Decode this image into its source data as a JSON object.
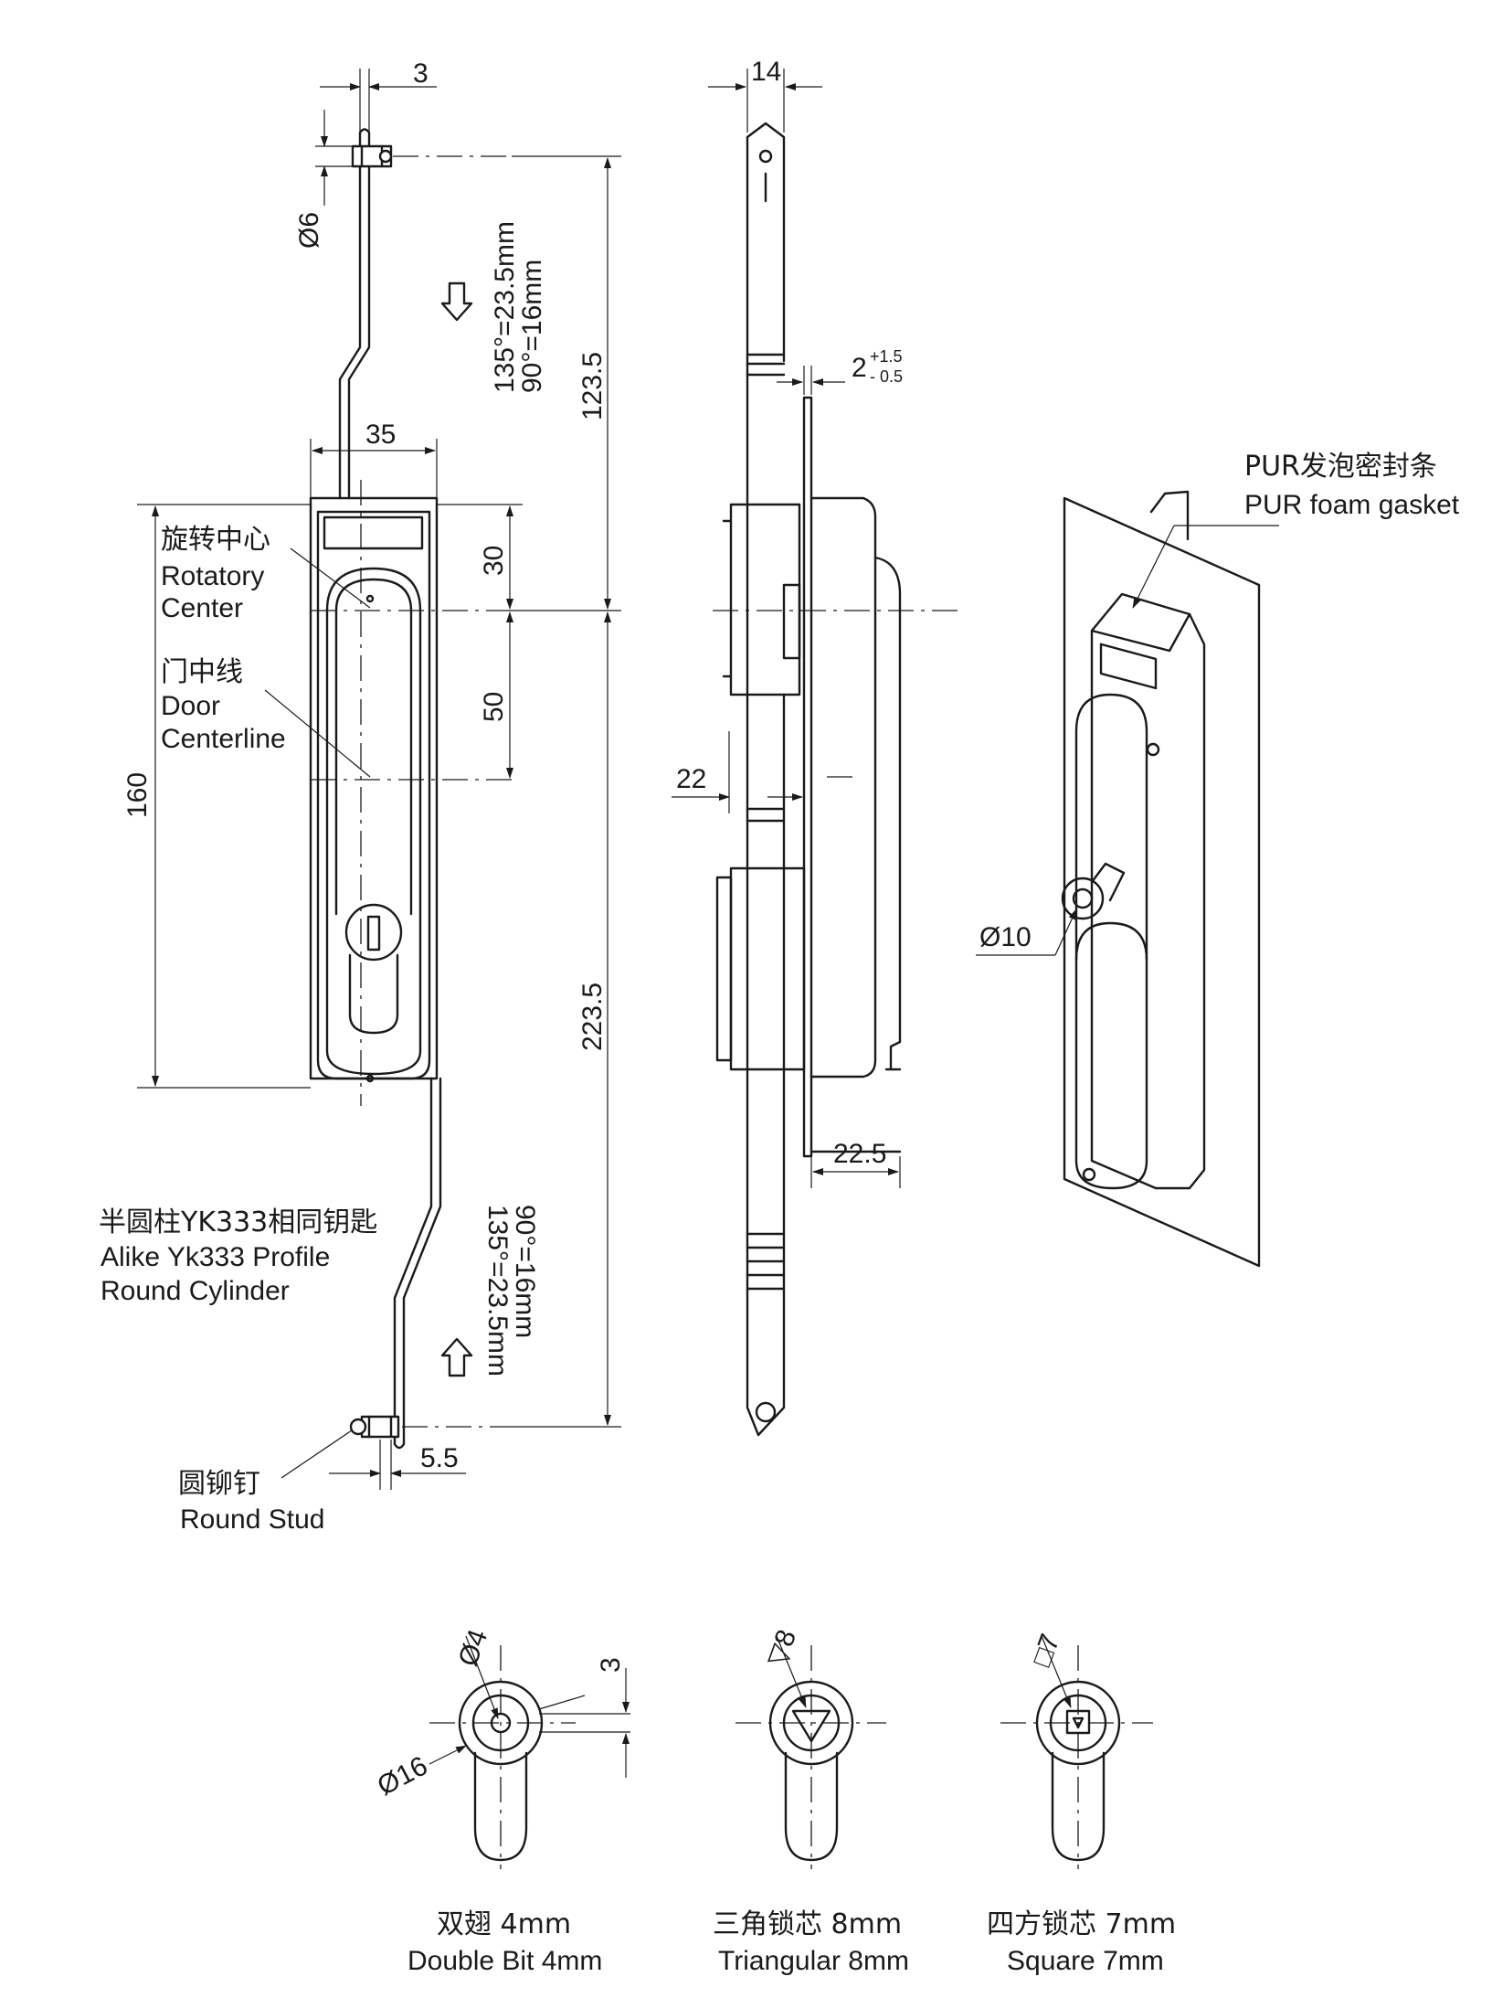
{
  "dimensions": {
    "top_offset": "3",
    "rivet_diameter": "Ø6",
    "rod_travel_top_line1": "135°=23.5mm",
    "rod_travel_top_line2": "90°=16mm",
    "upper_rod_length": "123.5",
    "handle_width": "35",
    "rotary_to_top": "30",
    "rotary_to_center": "50",
    "overall_height": "160",
    "lower_rod_length": "223.5",
    "rod_travel_bottom_line1": "90°=16mm",
    "rod_travel_bottom_line2": "135°=23.5mm",
    "stud_offset": "5.5",
    "side_width": "14",
    "door_gap": "2",
    "door_gap_upper_tol": "+1.5",
    "door_gap_lower_tol": "- 0.5",
    "depth_behind": "22",
    "depth_front": "22.5",
    "cylinder_diameter": "Ø10",
    "double_bit_pin": "Ø4",
    "double_bit_slot": "3",
    "cylinder_face": "Ø16",
    "triangle_size": "▽8",
    "square_size": "□7"
  },
  "labels": {
    "rotary_center_cn": "旋转中心",
    "rotary_center_en_1": "Rotatory",
    "rotary_center_en_2": "Center",
    "door_centerline_cn": "门中线",
    "door_centerline_en_1": "Door",
    "door_centerline_en_2": "Centerline",
    "cylinder_cn": "半圆柱YK333相同钥匙",
    "cylinder_en_1": "Alike Yk333 Profile",
    "cylinder_en_2": "Round Cylinder",
    "stud_cn": "圆铆钉",
    "stud_en": "Round Stud",
    "gasket_cn": "PUR发泡密封条",
    "gasket_en": "PUR foam gasket"
  },
  "key_options": [
    {
      "name_cn": "双翅 4mm",
      "name_en": "Double Bit 4mm"
    },
    {
      "name_cn": "三角锁芯 8mm",
      "name_en": "Triangular 8mm"
    },
    {
      "name_cn": "四方锁芯 7mm",
      "name_en": "Square 7mm"
    }
  ]
}
